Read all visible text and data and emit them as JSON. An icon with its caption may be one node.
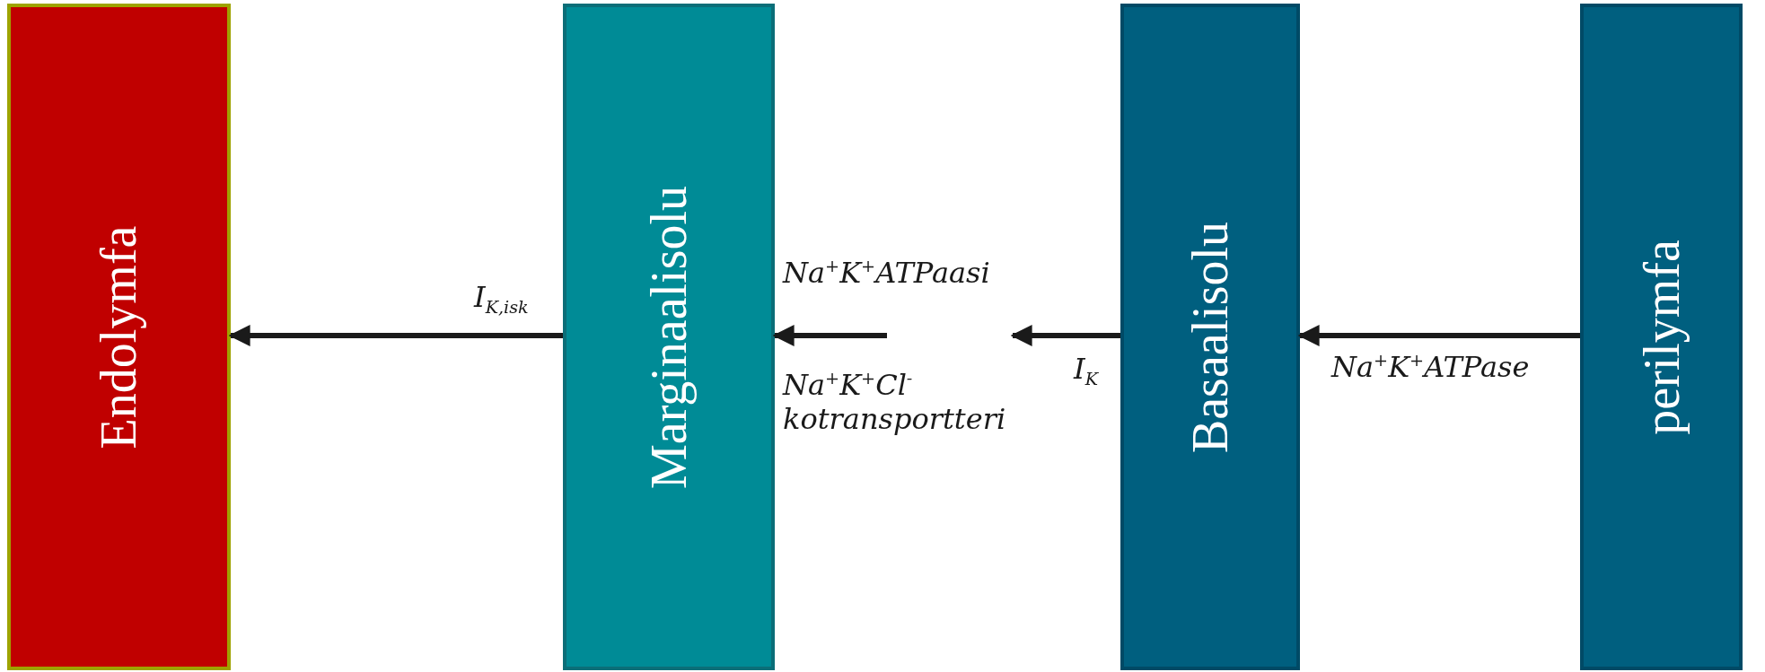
{
  "diagram": {
    "nodes": [
      {
        "text": [
          "Endolymfa"
        ]
      },
      {
        "text": [
          "Marginaalisolu"
        ]
      },
      {
        "text": [
          "Basaalisolu"
        ]
      },
      {
        "text": [
          "perilymfa"
        ]
      }
    ],
    "edges": [
      {
        "from": 1,
        "to": 0,
        "arrow": "to",
        "label": "I$_{K,isk}$"
      },
      {
        "from": null,
        "to": 1,
        "arrow": "to",
        "label": "Na$^{+}$K$^{+}$ATPaasi"
      },
      {
        "from": 2,
        "to": null,
        "arrow": "to",
        "label": "I$_{K}$"
      },
      {
        "from": 3,
        "to": 2,
        "arrow": "to",
        "label": "Na$^{+}$K$^{+}$ATPase"
      }
    ],
    "labels": [
      "Na$^{+}$K$^{+}$Cl$^{-}$ kotransportteri"
    ]
  }
}
